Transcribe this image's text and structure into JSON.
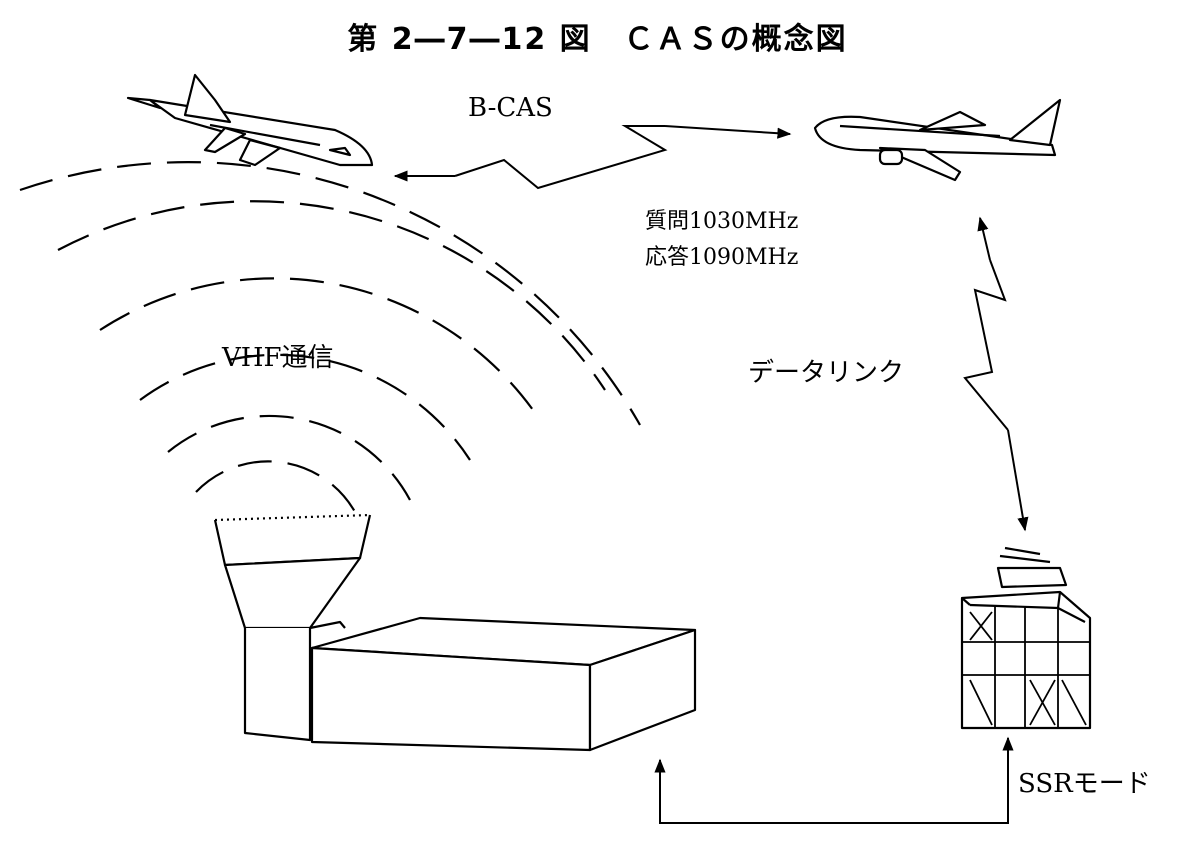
{
  "title": "第 2―7―12 図　ＣＡＳの概念図",
  "labels": {
    "bcas": "B-CAS",
    "interrogation": "質問1030MHz",
    "reply": "応答1090MHz",
    "vhf": "VHF通信",
    "datalink": "データリンク",
    "ssr": "SSRモード"
  },
  "colors": {
    "ink": "#000000",
    "paper": "#ffffff"
  },
  "icons": {
    "left_aircraft": "airplane-icon",
    "right_aircraft": "airplane-icon",
    "tower": "control-tower-icon",
    "ssr_station": "ssr-radar-station-icon"
  }
}
